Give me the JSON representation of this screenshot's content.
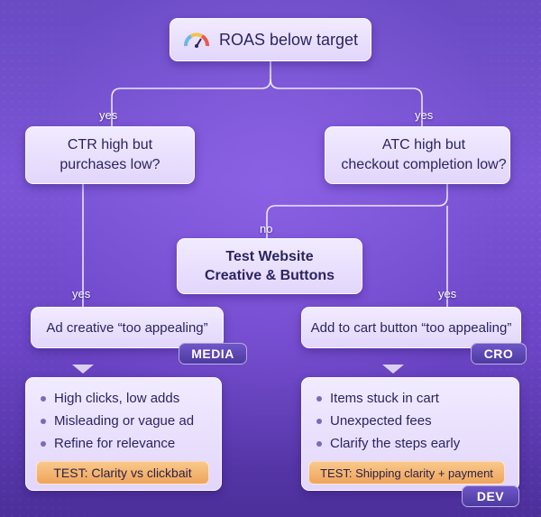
{
  "root": {
    "label": "ROAS below target",
    "icon": "gauge-icon"
  },
  "edges": {
    "yes_left": "yes",
    "yes_right": "yes",
    "no": "no",
    "yes_left_lower": "yes",
    "yes_right_lower": "yes"
  },
  "left_question": {
    "line1": "CTR high but",
    "line2": "purchases low?"
  },
  "right_question": {
    "line1": "ATC high but",
    "line2": "checkout completion low?"
  },
  "test_website": {
    "line1": "Test Website",
    "line2": "Creative & Buttons"
  },
  "left_finding": {
    "label": "Ad creative “too appealing”",
    "tag": "MEDIA"
  },
  "right_finding": {
    "label": "Add to cart button “too appealing”",
    "tag": "CRO"
  },
  "left_list": {
    "items": [
      "High clicks, low adds",
      "Misleading or vague ad",
      "Refine for relevance"
    ],
    "test": "TEST: Clarity vs clickbait"
  },
  "right_list": {
    "items": [
      "Items stuck in cart",
      "Unexpected fees",
      "Clarify the steps early"
    ],
    "test": "TEST: Shipping clarity + payment",
    "tag": "DEV"
  },
  "colors": {
    "background": "#6a4bc4",
    "box": "#ece4fd",
    "text": "#2b2560",
    "tag": "#5a44b0",
    "test_banner": "#f2b06d"
  }
}
